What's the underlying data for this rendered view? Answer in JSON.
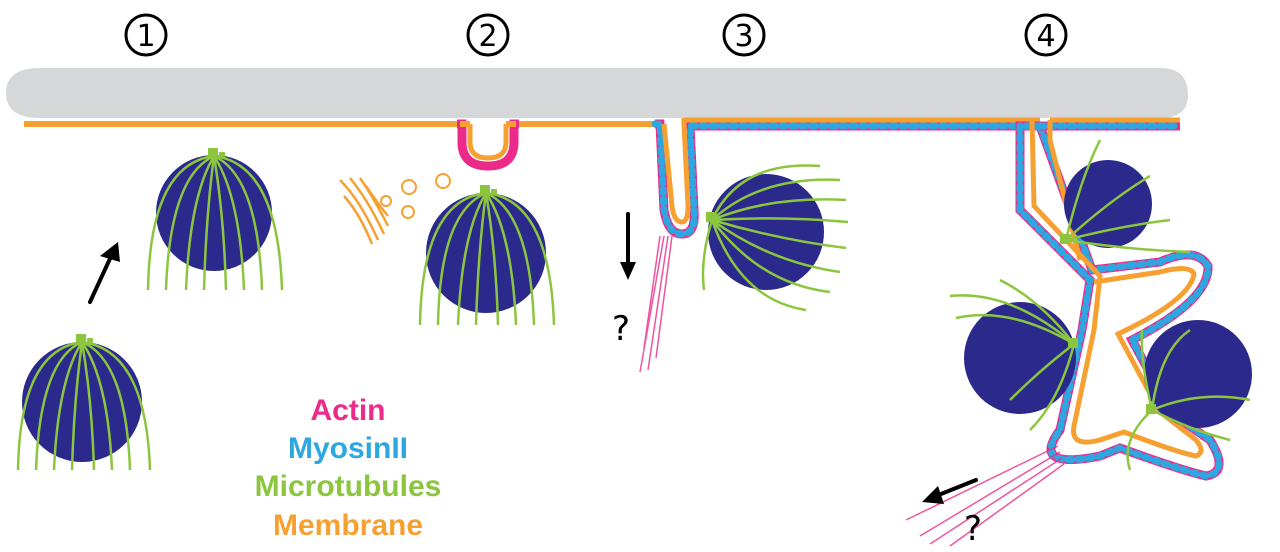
{
  "steps": [
    {
      "label": "1"
    },
    {
      "label": "2"
    },
    {
      "label": "3"
    },
    {
      "label": "4"
    }
  ],
  "question_marks": [
    "?",
    "?"
  ],
  "legend": [
    {
      "label": "Actin",
      "color": "#ec2a8a"
    },
    {
      "label": "MyosinII",
      "color": "#2ea6df"
    },
    {
      "label": "Microtubules",
      "color": "#8cc63f"
    },
    {
      "label": "Membrane",
      "color": "#f7a032"
    }
  ],
  "colors": {
    "nucleus": "#2b2a8c",
    "cortex": "#d6d7d8",
    "centrosome": "#8cc63f",
    "arrow": "#000000"
  }
}
